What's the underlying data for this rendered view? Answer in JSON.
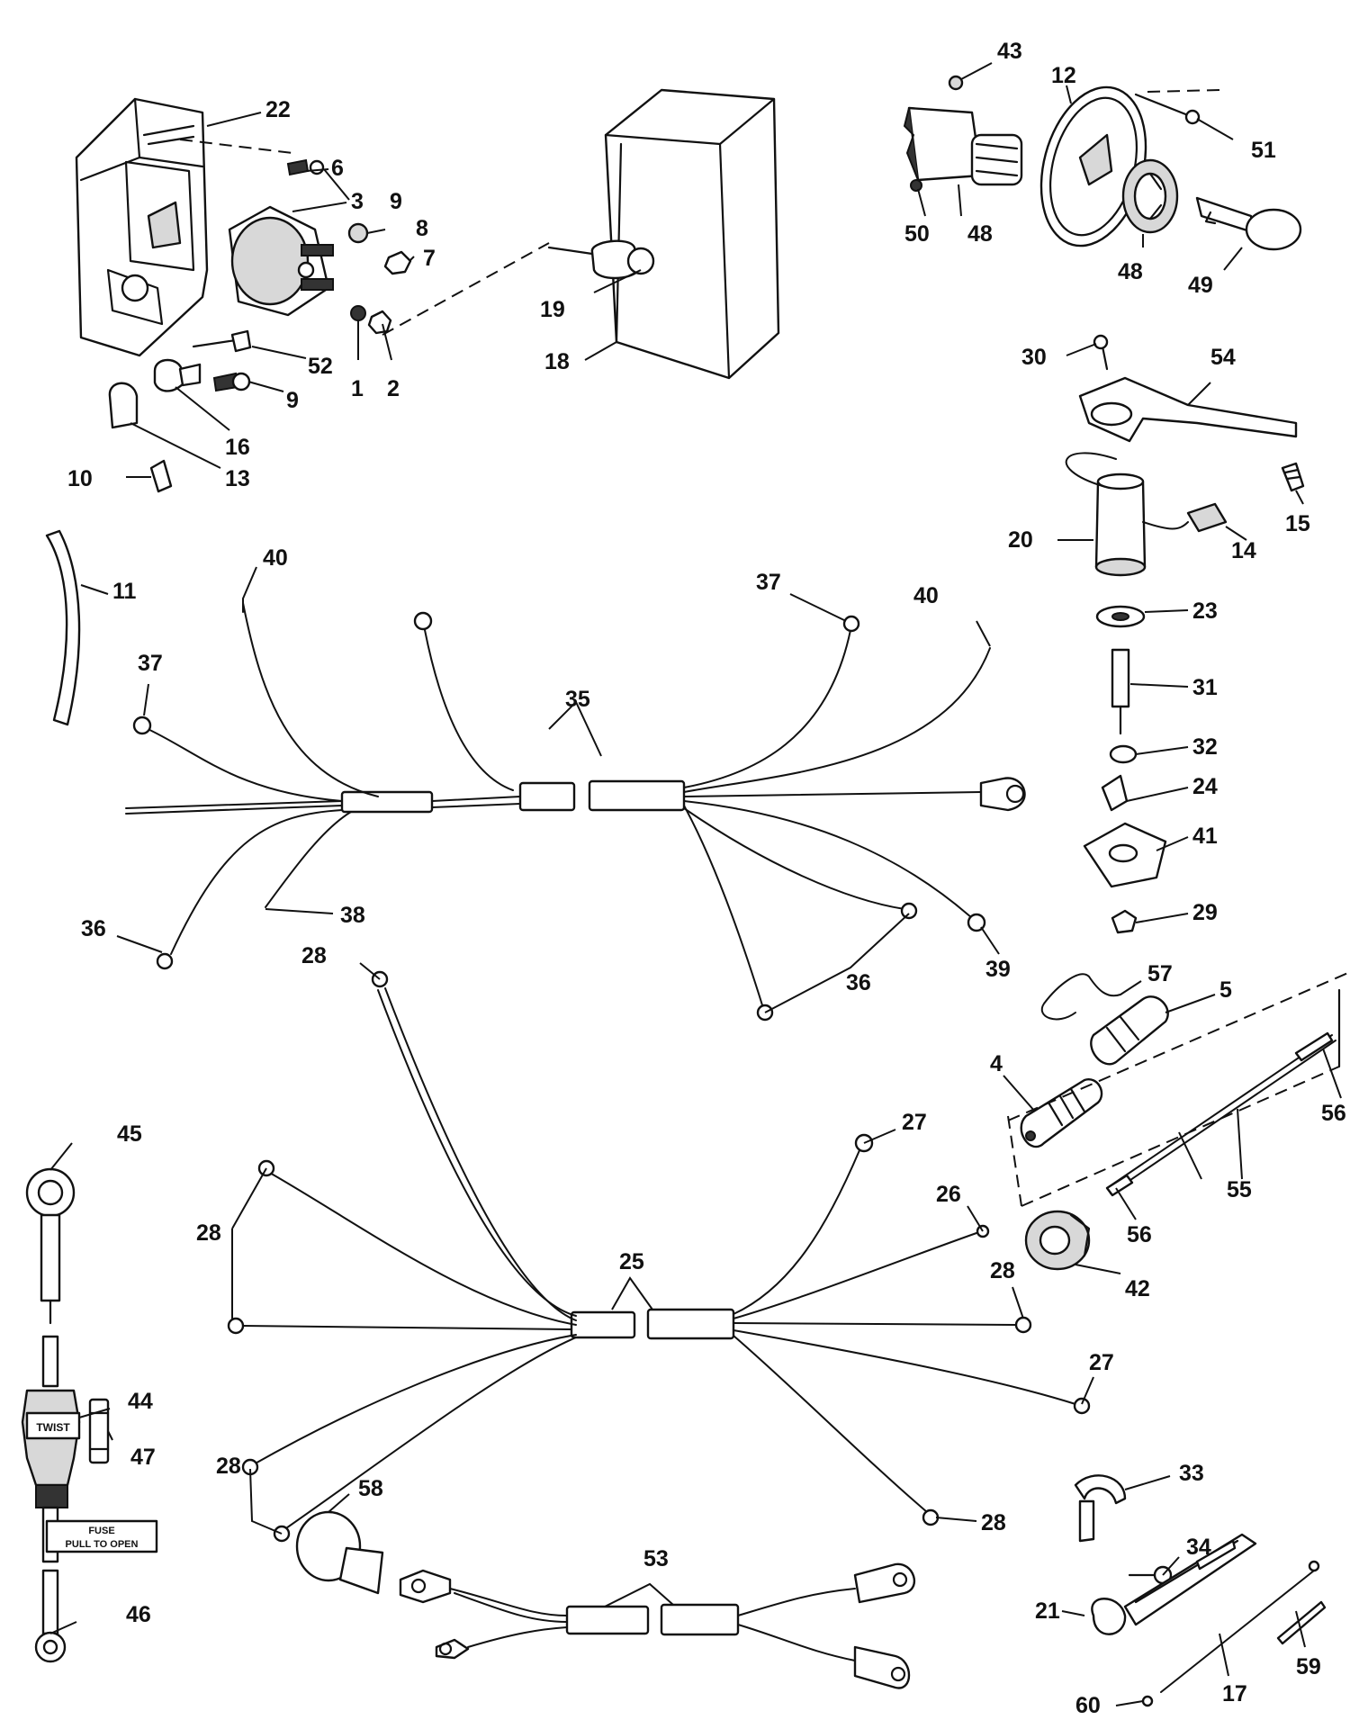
{
  "labels": {
    "top_left": [
      "22",
      "6",
      "3",
      "9",
      "8",
      "7",
      "52",
      "1",
      "2",
      "9",
      "16",
      "13",
      "10",
      "19",
      "18"
    ],
    "top_right": [
      "43",
      "12",
      "51",
      "50",
      "48",
      "48",
      "49",
      "30",
      "54",
      "15",
      "20",
      "14",
      "23",
      "31",
      "32",
      "24",
      "41",
      "29"
    ],
    "harness_35": [
      "11",
      "40",
      "37",
      "35",
      "37",
      "40",
      "36",
      "38",
      "39",
      "36"
    ],
    "fuse_group": [
      "57",
      "5",
      "4",
      "56",
      "55",
      "56",
      "42"
    ],
    "harness_25": [
      "28",
      "27",
      "26",
      "28",
      "25",
      "28",
      "27",
      "28",
      "28"
    ],
    "fuse_holder": [
      "45",
      "44",
      "47",
      "46"
    ],
    "battery_cable": [
      "58",
      "53"
    ],
    "choke": [
      "33",
      "34",
      "21",
      "17",
      "59",
      "60"
    ]
  },
  "fuse_holder_text": {
    "twist": "TWIST",
    "fuse_line1": "FUSE",
    "fuse_line2": "PULL TO OPEN"
  }
}
